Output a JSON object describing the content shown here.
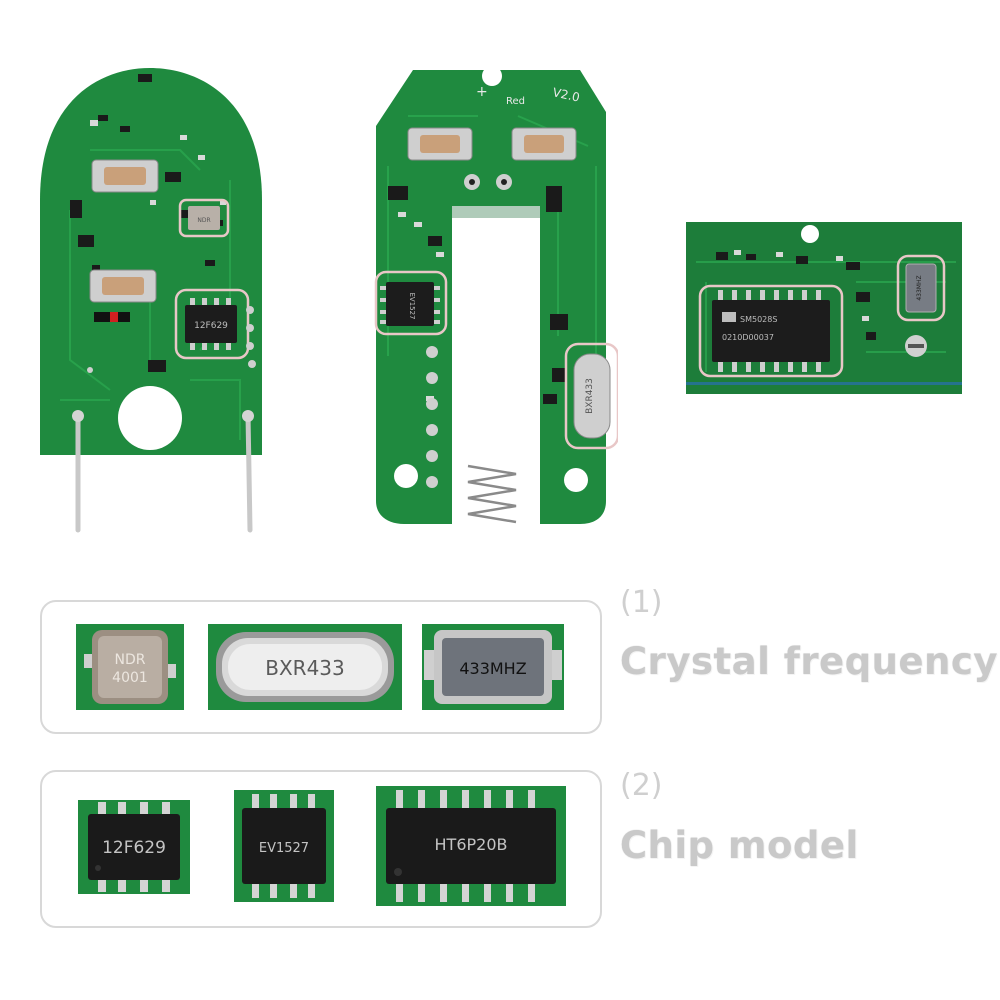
{
  "board_labels": {
    "board2_version": "V2.0",
    "board2_plus": "+",
    "board2_red": "Red"
  },
  "board_chips": {
    "board1_crystal": "NDR",
    "board1_chip": "12F629",
    "board2_chip": "EV1527",
    "board2_crystal": "BXR433",
    "board3_chip_line1": "SM5028S",
    "board3_chip_line2": "0210D00037",
    "board3_crystal": "433MHZ"
  },
  "sections": [
    {
      "number": "(1)",
      "title": "Crystal frequency",
      "items": [
        {
          "line1": "NDR",
          "line2": "4001"
        },
        {
          "line1": "BXR433"
        },
        {
          "line1": "433MHZ"
        }
      ]
    },
    {
      "number": "(2)",
      "title": "Chip model",
      "items": [
        {
          "line1": "12F629"
        },
        {
          "line1": "EV1527"
        },
        {
          "line1": "HT6P20B"
        }
      ]
    }
  ],
  "colors": {
    "pcb": "#1f8a3f",
    "pcb_dark": "#146b2e",
    "highlight": "#e8c7c7",
    "panel_border": "#d8d8d8",
    "caption": "#c9c9c9"
  }
}
